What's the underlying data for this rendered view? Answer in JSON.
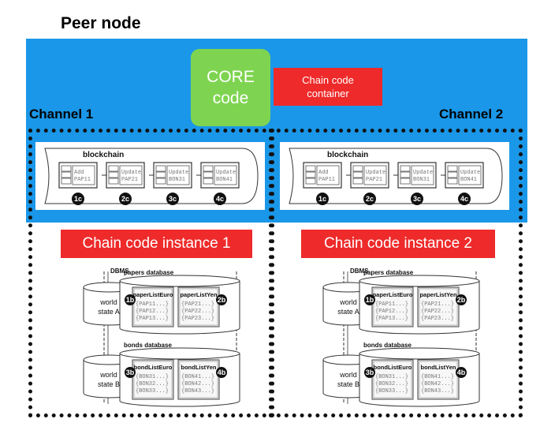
{
  "peer_title": "Peer node",
  "core": {
    "line1": "CORE",
    "line2": "code"
  },
  "chain_code_container": {
    "line1": "Chain code",
    "line2": "container"
  },
  "channels": [
    {
      "label": "Channel 1",
      "blockchain": {
        "title": "blockchain",
        "blocks": [
          {
            "action": "Add",
            "key": "PAP11",
            "badge": "1c"
          },
          {
            "action": "Update",
            "key": "PAP21",
            "badge": "2c"
          },
          {
            "action": "Update",
            "key": "BON31",
            "badge": "3c"
          },
          {
            "action": "Update",
            "key": "BON41",
            "badge": "4c"
          }
        ]
      },
      "instance_label": "Chain code instance 1",
      "dbms": {
        "label": "DBMS",
        "databases": [
          {
            "title": "papers database",
            "world_state": {
              "line1": "world",
              "line2": "state A"
            },
            "lists": [
              {
                "name": "paperListEuro",
                "badge": "1b",
                "items": [
                  "{PAP11...}",
                  "{PAP12...}",
                  "{PAP13...}"
                ]
              },
              {
                "name": "paperListYen",
                "badge": "2b",
                "items": [
                  "{PAP21...}",
                  "{PAP22...}",
                  "{PAP23...}"
                ]
              }
            ]
          },
          {
            "title": "bonds database",
            "world_state": {
              "line1": "world",
              "line2": "state B"
            },
            "lists": [
              {
                "name": "bondListEuro",
                "badge": "3b",
                "items": [
                  "{BON31...}",
                  "{BON32...}",
                  "{BON33...}"
                ]
              },
              {
                "name": "bondListYen",
                "badge": "4b",
                "items": [
                  "{BON41...}",
                  "{BON42...}",
                  "{BON43...}"
                ]
              }
            ]
          }
        ]
      }
    },
    {
      "label": "Channel 2",
      "blockchain": {
        "title": "blockchain",
        "blocks": [
          {
            "action": "Add",
            "key": "PAP11",
            "badge": "1c"
          },
          {
            "action": "Update",
            "key": "PAP21",
            "badge": "2c"
          },
          {
            "action": "Update",
            "key": "BON31",
            "badge": "3c"
          },
          {
            "action": "Update",
            "key": "BON41",
            "badge": "4c"
          }
        ]
      },
      "instance_label": "Chain code instance 2",
      "dbms": {
        "label": "DBMS",
        "databases": [
          {
            "title": "papers database",
            "world_state": {
              "line1": "world",
              "line2": "state A"
            },
            "lists": [
              {
                "name": "paperListEuro",
                "badge": "1b",
                "items": [
                  "{PAP11...}",
                  "{PAP12...}",
                  "{PAP13...}"
                ]
              },
              {
                "name": "paperListYen",
                "badge": "2b",
                "items": [
                  "{PAP21...}",
                  "{PAP22...}",
                  "{PAP23...}"
                ]
              }
            ]
          },
          {
            "title": "bonds database",
            "world_state": {
              "line1": "world",
              "line2": "state B"
            },
            "lists": [
              {
                "name": "bondListEuro",
                "badge": "3b",
                "items": [
                  "{BON31...}",
                  "{BON32...}",
                  "{BON33...}"
                ]
              },
              {
                "name": "bondListYen",
                "badge": "4b",
                "items": [
                  "{BON41...}",
                  "{BON42...}",
                  "{BON43...}"
                ]
              }
            ]
          }
        ]
      }
    }
  ],
  "colors": {
    "peer_background": "#1a97e8",
    "core_code": "#7ed450",
    "chain_code": "#ee2a2a"
  }
}
